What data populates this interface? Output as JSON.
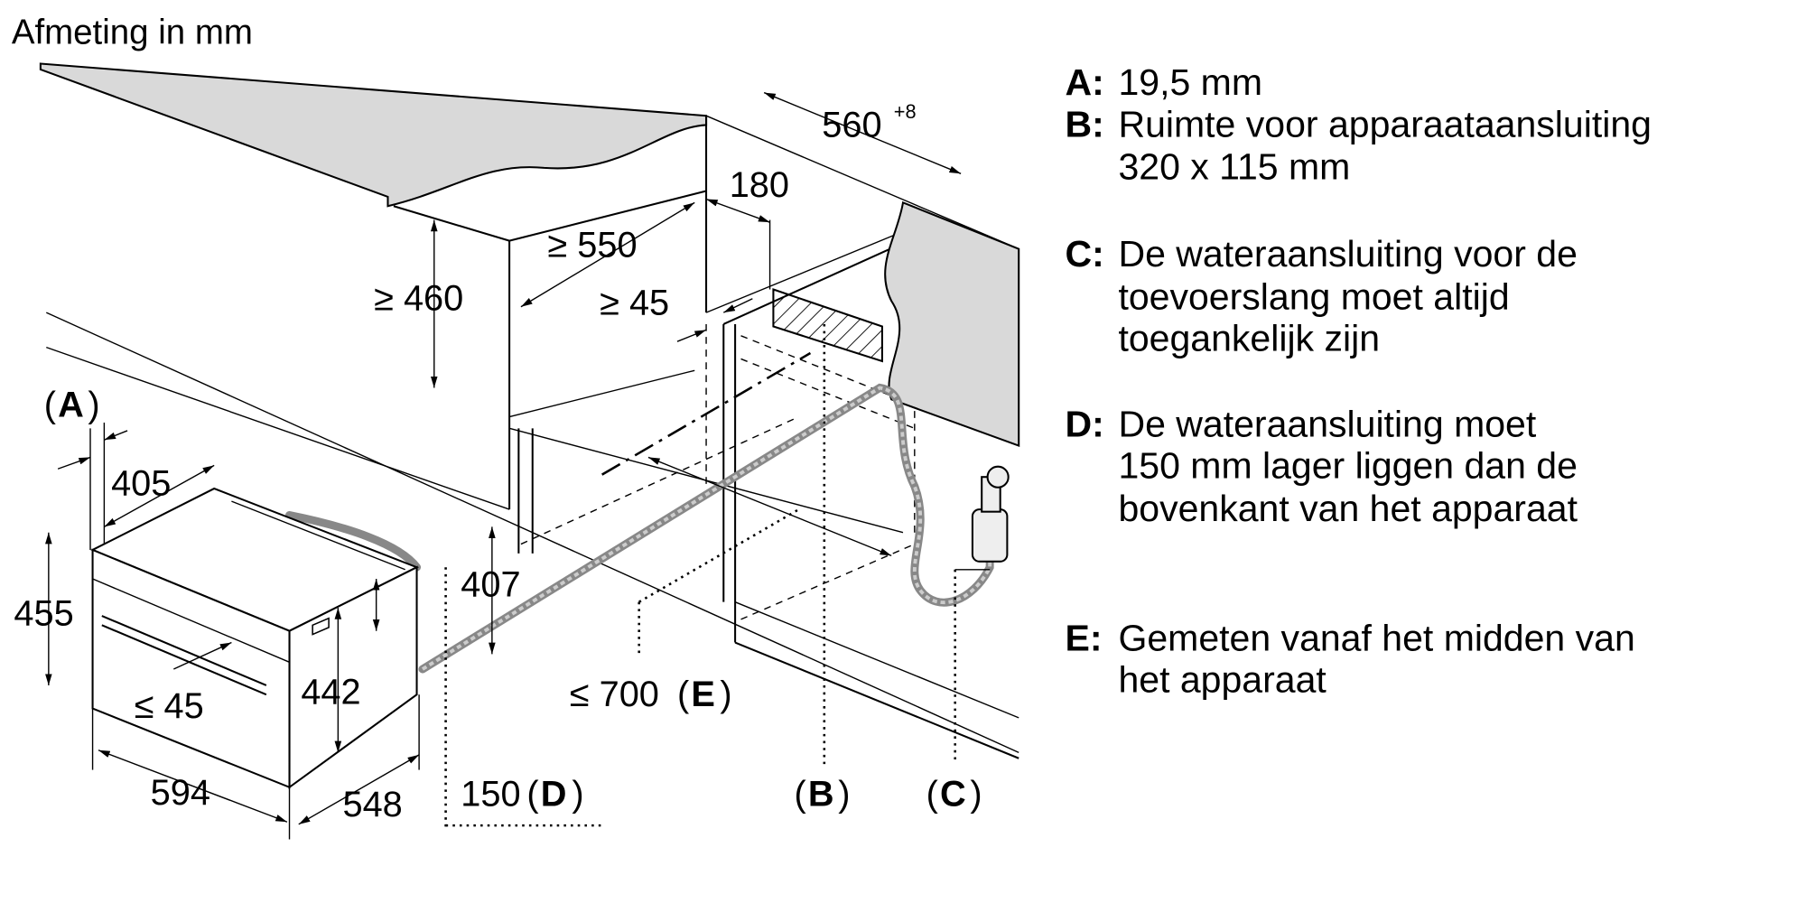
{
  "title": "Afmeting in mm",
  "dimensions": {
    "depth_niche": "560",
    "depth_niche_tol": "+8",
    "d180": "180",
    "d550": "≥ 550",
    "d460": "≥ 460",
    "d45_top": "≥ 45",
    "label_a": "A",
    "d405": "405",
    "d455": "455",
    "d407": "407",
    "d442": "442",
    "d45_front": "≤ 45",
    "d594": "594",
    "d548": "548",
    "d700": "≤ 700",
    "label_e": "E",
    "d150": "150",
    "label_d": "D",
    "label_b": "B",
    "label_c": "C"
  },
  "legend": [
    {
      "key": "A:",
      "lines": [
        "19,5 mm"
      ]
    },
    {
      "key": "B:",
      "lines": [
        "Ruimte voor apparaataansluiting",
        "320 x 115 mm"
      ]
    },
    {
      "key": "C:",
      "lines": [
        "De wateraansluiting voor de",
        "toevoerslang moet altijd",
        "toegankelijk zijn"
      ]
    },
    {
      "key": "D:",
      "lines": [
        "De wateraansluiting moet",
        "150 mm lager liggen dan de",
        "bovenkant van het apparaat"
      ]
    },
    {
      "key": "E:",
      "lines": [
        "Gemeten vanaf het midden van",
        "het apparaat"
      ]
    }
  ]
}
